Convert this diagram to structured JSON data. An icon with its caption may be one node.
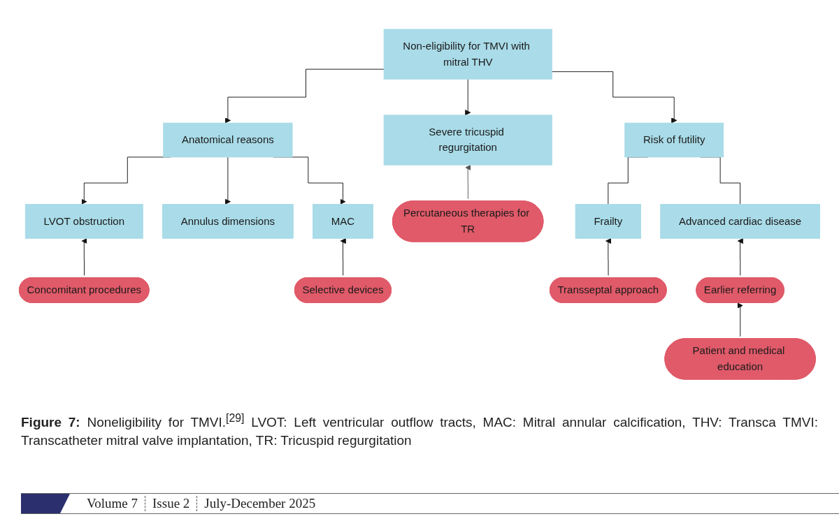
{
  "diagram": {
    "nodes": [
      {
        "text": [
          "Non-eligibility for TMVI with mitral THV"
        ]
      },
      {
        "text": [
          "Anatomical reasons"
        ]
      },
      {
        "text": [
          "Severe tricuspid regurgitation"
        ]
      },
      {
        "text": [
          "Risk of futility"
        ]
      },
      {
        "text": [
          "LVOT obstruction"
        ]
      },
      {
        "text": [
          "Annulus dimensions"
        ]
      },
      {
        "text": [
          "MAC"
        ]
      },
      {
        "text": [
          "Percutaneous therapies for TR"
        ]
      },
      {
        "text": [
          "Frailty"
        ]
      },
      {
        "text": [
          "Advanced cardiac disease"
        ]
      },
      {
        "text": [
          "Concomitant procedures"
        ]
      },
      {
        "text": [
          "Selective devices"
        ]
      },
      {
        "text": [
          "Transseptal approach"
        ]
      },
      {
        "text": [
          "Earlier referring"
        ]
      },
      {
        "text": [
          "Patient and medical education"
        ]
      }
    ],
    "edges": [
      {
        "from": 0,
        "to": 1,
        "arrow": "to"
      },
      {
        "from": 0,
        "to": 2,
        "arrow": "to"
      },
      {
        "from": 0,
        "to": 3,
        "arrow": "to"
      },
      {
        "from": 1,
        "to": 4,
        "arrow": "to"
      },
      {
        "from": 1,
        "to": 5,
        "arrow": "to"
      },
      {
        "from": 1,
        "to": 6,
        "arrow": "to"
      },
      {
        "from": 7,
        "to": 2,
        "arrow": "to",
        "color": "#555555"
      },
      {
        "from": 3,
        "to": 8,
        "arrow": "none"
      },
      {
        "from": 3,
        "to": 9,
        "arrow": "none"
      },
      {
        "from": 10,
        "to": 4,
        "arrow": "to"
      },
      {
        "from": 11,
        "to": 6,
        "arrow": "to"
      },
      {
        "from": 12,
        "to": 8,
        "arrow": "to"
      },
      {
        "from": 13,
        "to": 9,
        "arrow": "to"
      },
      {
        "from": 14,
        "to": 13,
        "arrow": "to"
      }
    ],
    "caption": "**Figure 7:** Noneligibility for TMVI.$^{[29]}$ LVOT: Left ventricular outflow tracts, MAC: Mitral annular calcification, THV: Transca TMVI: Transcatheter mitral valve implantation, TR: Tricuspid regurgitation",
    "labels": [
      "Volume 7",
      "Issue 2",
      "July-December 2025"
    ]
  }
}
